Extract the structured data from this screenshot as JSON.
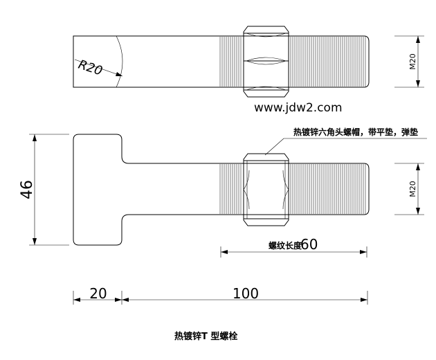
{
  "drawing": {
    "watermark": "www.jdw2.com",
    "watermark_color": "#ff6600",
    "radius_label": "R20",
    "thread_label_top": "M20",
    "thread_label_side": "M20",
    "nut_callout": "热镀锌六角头螺帽，带平垫，弹垫",
    "thread_length_label": "螺纹长度",
    "thread_length_value": "60",
    "head_height": "46",
    "head_length": "20",
    "shank_length": "100",
    "caption": "热镀锌T 型螺栓"
  }
}
